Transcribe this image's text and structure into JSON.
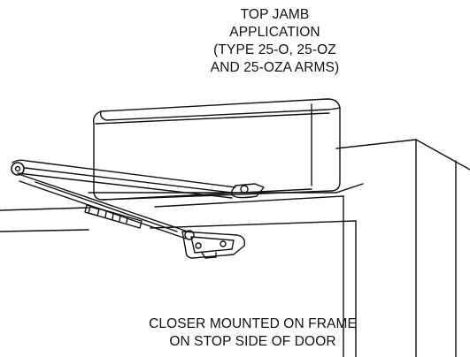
{
  "top_caption": {
    "lines": [
      "TOP JAMB",
      "APPLICATION",
      "(TYPE 25-O, 25-OZ",
      "AND 25-OZA ARMS)"
    ]
  },
  "bottom_caption": {
    "lines": [
      "CLOSER MOUNTED ON FRAME",
      "ON STOP SIDE OF DOOR"
    ]
  },
  "colors": {
    "ink": "#111111",
    "background": "#ffffff"
  }
}
